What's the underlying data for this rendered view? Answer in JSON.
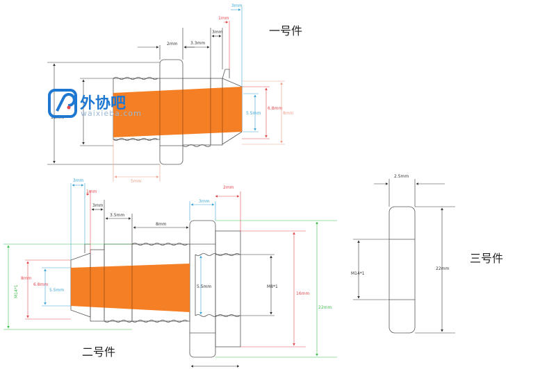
{
  "titles": {
    "part1": "一号件",
    "part2": "二号件",
    "part3": "三号件"
  },
  "logo": {
    "name": "外协吧",
    "url": "waixieba.com"
  },
  "part1_dims": {
    "w2mm": "2mm",
    "w33": "3.3mm",
    "w3": "3mm",
    "w1": "1mm",
    "w3b": "3mm",
    "h12": "12mm",
    "h55": "5.5mm",
    "h68": "6.8mm",
    "h8": "8mm",
    "w5": "5mm"
  },
  "part2_dims": {
    "w3": "3mm",
    "w1": "1mm",
    "w3b": "3mm",
    "w35": "3.5mm",
    "w8": "8mm",
    "w3c": "3mm",
    "w2": "2mm",
    "h8": "8mm",
    "h68": "6.8mm",
    "h55": "5.5mm",
    "h55b": "5.5mm",
    "m14": "M14*1",
    "m8": "M8*1",
    "h16": "16mm",
    "h22": "22mm"
  },
  "part3_dims": {
    "w25": "2.5mm",
    "m14": "M14*1",
    "h22": "22mm"
  },
  "colors": {
    "fill_orange": "#f47f24",
    "dim_black": "#333333",
    "dim_blue": "#3aa7d8",
    "dim_red": "#e5484d",
    "dim_green": "#3fbf4f",
    "dim_salmon": "#f0a08a",
    "logo_blue": "#1e78d2"
  }
}
